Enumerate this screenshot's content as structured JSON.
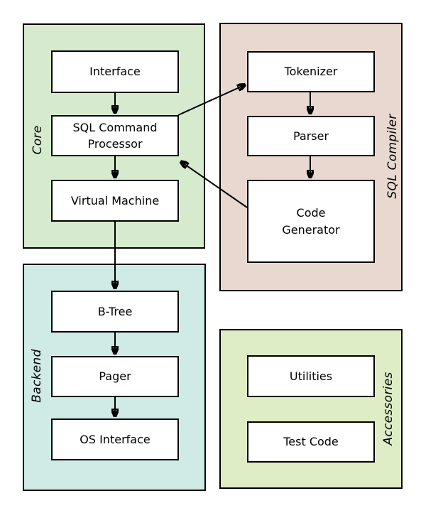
{
  "groups": {
    "core": {
      "label": "Core",
      "bg": "#d6ebce",
      "boxes": {
        "interface": {
          "lines": [
            "Interface"
          ]
        },
        "sql_command_processor": {
          "lines": [
            "SQL Command",
            "Processor"
          ]
        },
        "virtual_machine": {
          "lines": [
            "Virtual Machine"
          ]
        }
      }
    },
    "sql_compiler": {
      "label": "SQL Compiler",
      "bg": "#e8d8d0",
      "boxes": {
        "tokenizer": {
          "lines": [
            "Tokenizer"
          ]
        },
        "parser": {
          "lines": [
            "Parser"
          ]
        },
        "code_generator": {
          "lines": [
            "Code",
            "Generator"
          ]
        }
      }
    },
    "backend": {
      "label": "Backend",
      "bg": "#d0ebe5",
      "boxes": {
        "b_tree": {
          "lines": [
            "B-Tree"
          ]
        },
        "pager": {
          "lines": [
            "Pager"
          ]
        },
        "os_interface": {
          "lines": [
            "OS Interface"
          ]
        }
      }
    },
    "accessories": {
      "label": "Accessories",
      "bg": "#dfedc6",
      "boxes": {
        "utilities": {
          "lines": [
            "Utilities"
          ]
        },
        "test_code": {
          "lines": [
            "Test Code"
          ]
        }
      }
    }
  },
  "connections": [
    {
      "from": "Interface",
      "to": "SQL Command Processor"
    },
    {
      "from": "SQL Command Processor",
      "to": "Virtual Machine"
    },
    {
      "from": "SQL Command Processor",
      "to": "Tokenizer"
    },
    {
      "from": "Tokenizer",
      "to": "Parser"
    },
    {
      "from": "Parser",
      "to": "Code Generator"
    },
    {
      "from": "Code Generator",
      "to": "SQL Command Processor"
    },
    {
      "from": "Virtual Machine",
      "to": "B-Tree"
    },
    {
      "from": "B-Tree",
      "to": "Pager"
    },
    {
      "from": "Pager",
      "to": "OS Interface"
    }
  ],
  "colors": {
    "border": "#000000",
    "arrow": "#000000",
    "box_bg": "#ffffff",
    "page_bg": "#ffffff"
  }
}
